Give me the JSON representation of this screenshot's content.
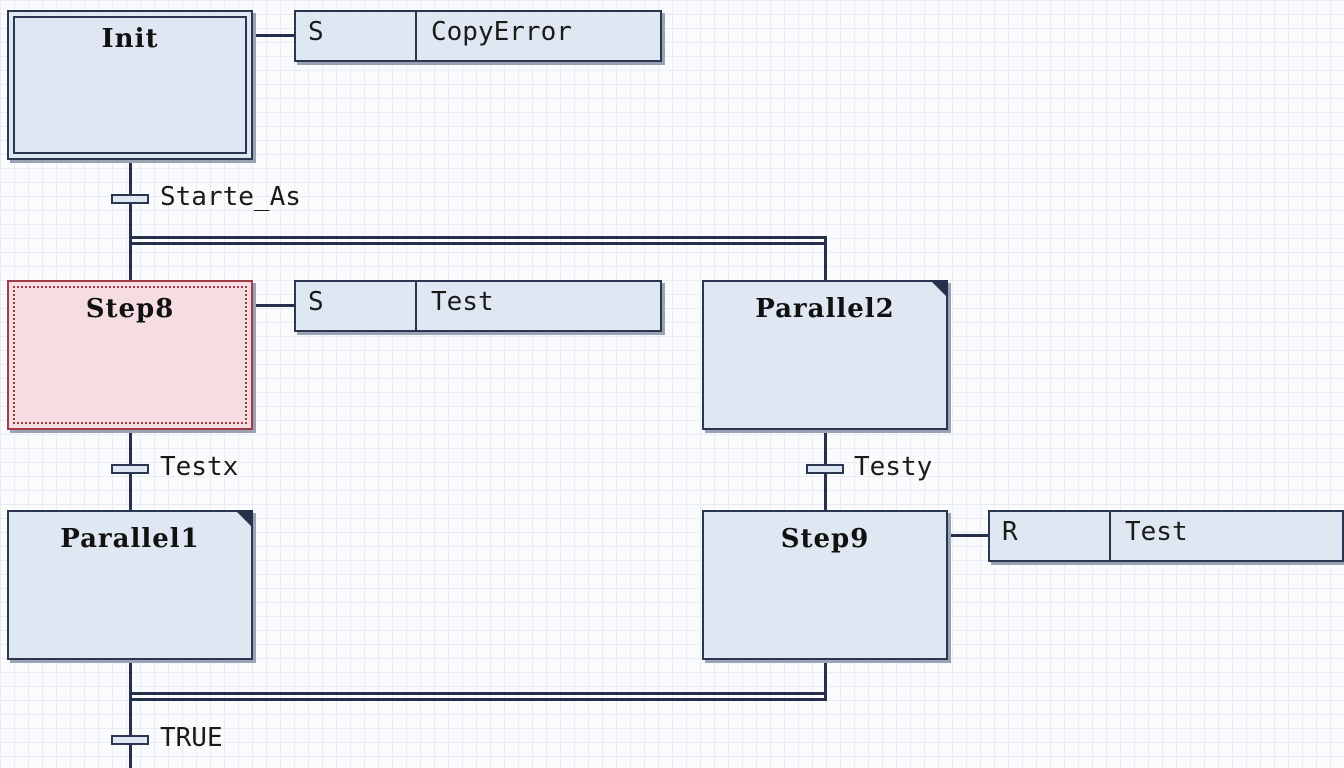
{
  "steps": {
    "init": "Init",
    "step8": "Step8",
    "parallel1": "Parallel1",
    "parallel2": "Parallel2",
    "step9": "Step9"
  },
  "actions": [
    {
      "qualifier": "S",
      "name": "CopyError"
    },
    {
      "qualifier": "S",
      "name": "Test"
    },
    {
      "qualifier": "R",
      "name": "Test"
    }
  ],
  "transitions": {
    "t1": "Starte_As",
    "t2": "Testx",
    "t3": "Testy",
    "t4": "TRUE"
  },
  "colors": {
    "line": "#27304a",
    "step_fill": "#dfe7f2",
    "active_fill": "#f6dde1",
    "active_border": "#a23a48",
    "grid": "#e9ecf0"
  }
}
